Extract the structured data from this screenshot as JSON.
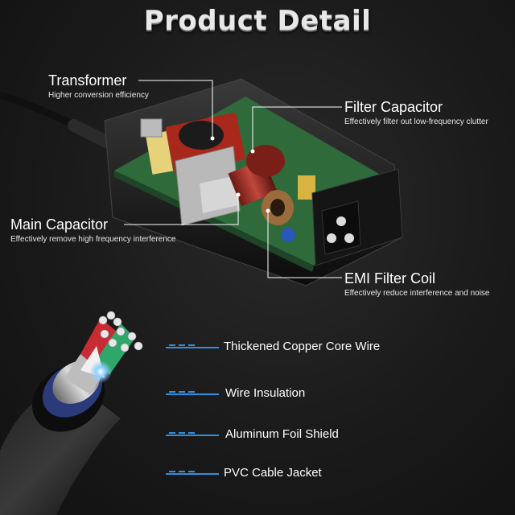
{
  "title": "Product Detail",
  "callouts": {
    "transformer": {
      "name": "Transformer",
      "desc": "Higher conversion efficiency"
    },
    "filter_capacitor": {
      "name": "Filter Capacitor",
      "desc": "Effectively filter out low-frequency clutter"
    },
    "main_capacitor": {
      "name": "Main Capacitor",
      "desc": "Effectively remove high frequency interference"
    },
    "emi_filter_coil": {
      "name": "EMI Filter Coil",
      "desc": "Effectively reduce interference and noise"
    }
  },
  "cable_layers": [
    {
      "label": "Thickened Copper Core Wire"
    },
    {
      "label": "Wire Insulation"
    },
    {
      "label": "Aluminum Foil Shield"
    },
    {
      "label": "PVC Cable Jacket"
    }
  ],
  "colors": {
    "accent_blue": "#2f8fe0",
    "line": "#ffffff",
    "board_green": "#2f6a3a"
  }
}
